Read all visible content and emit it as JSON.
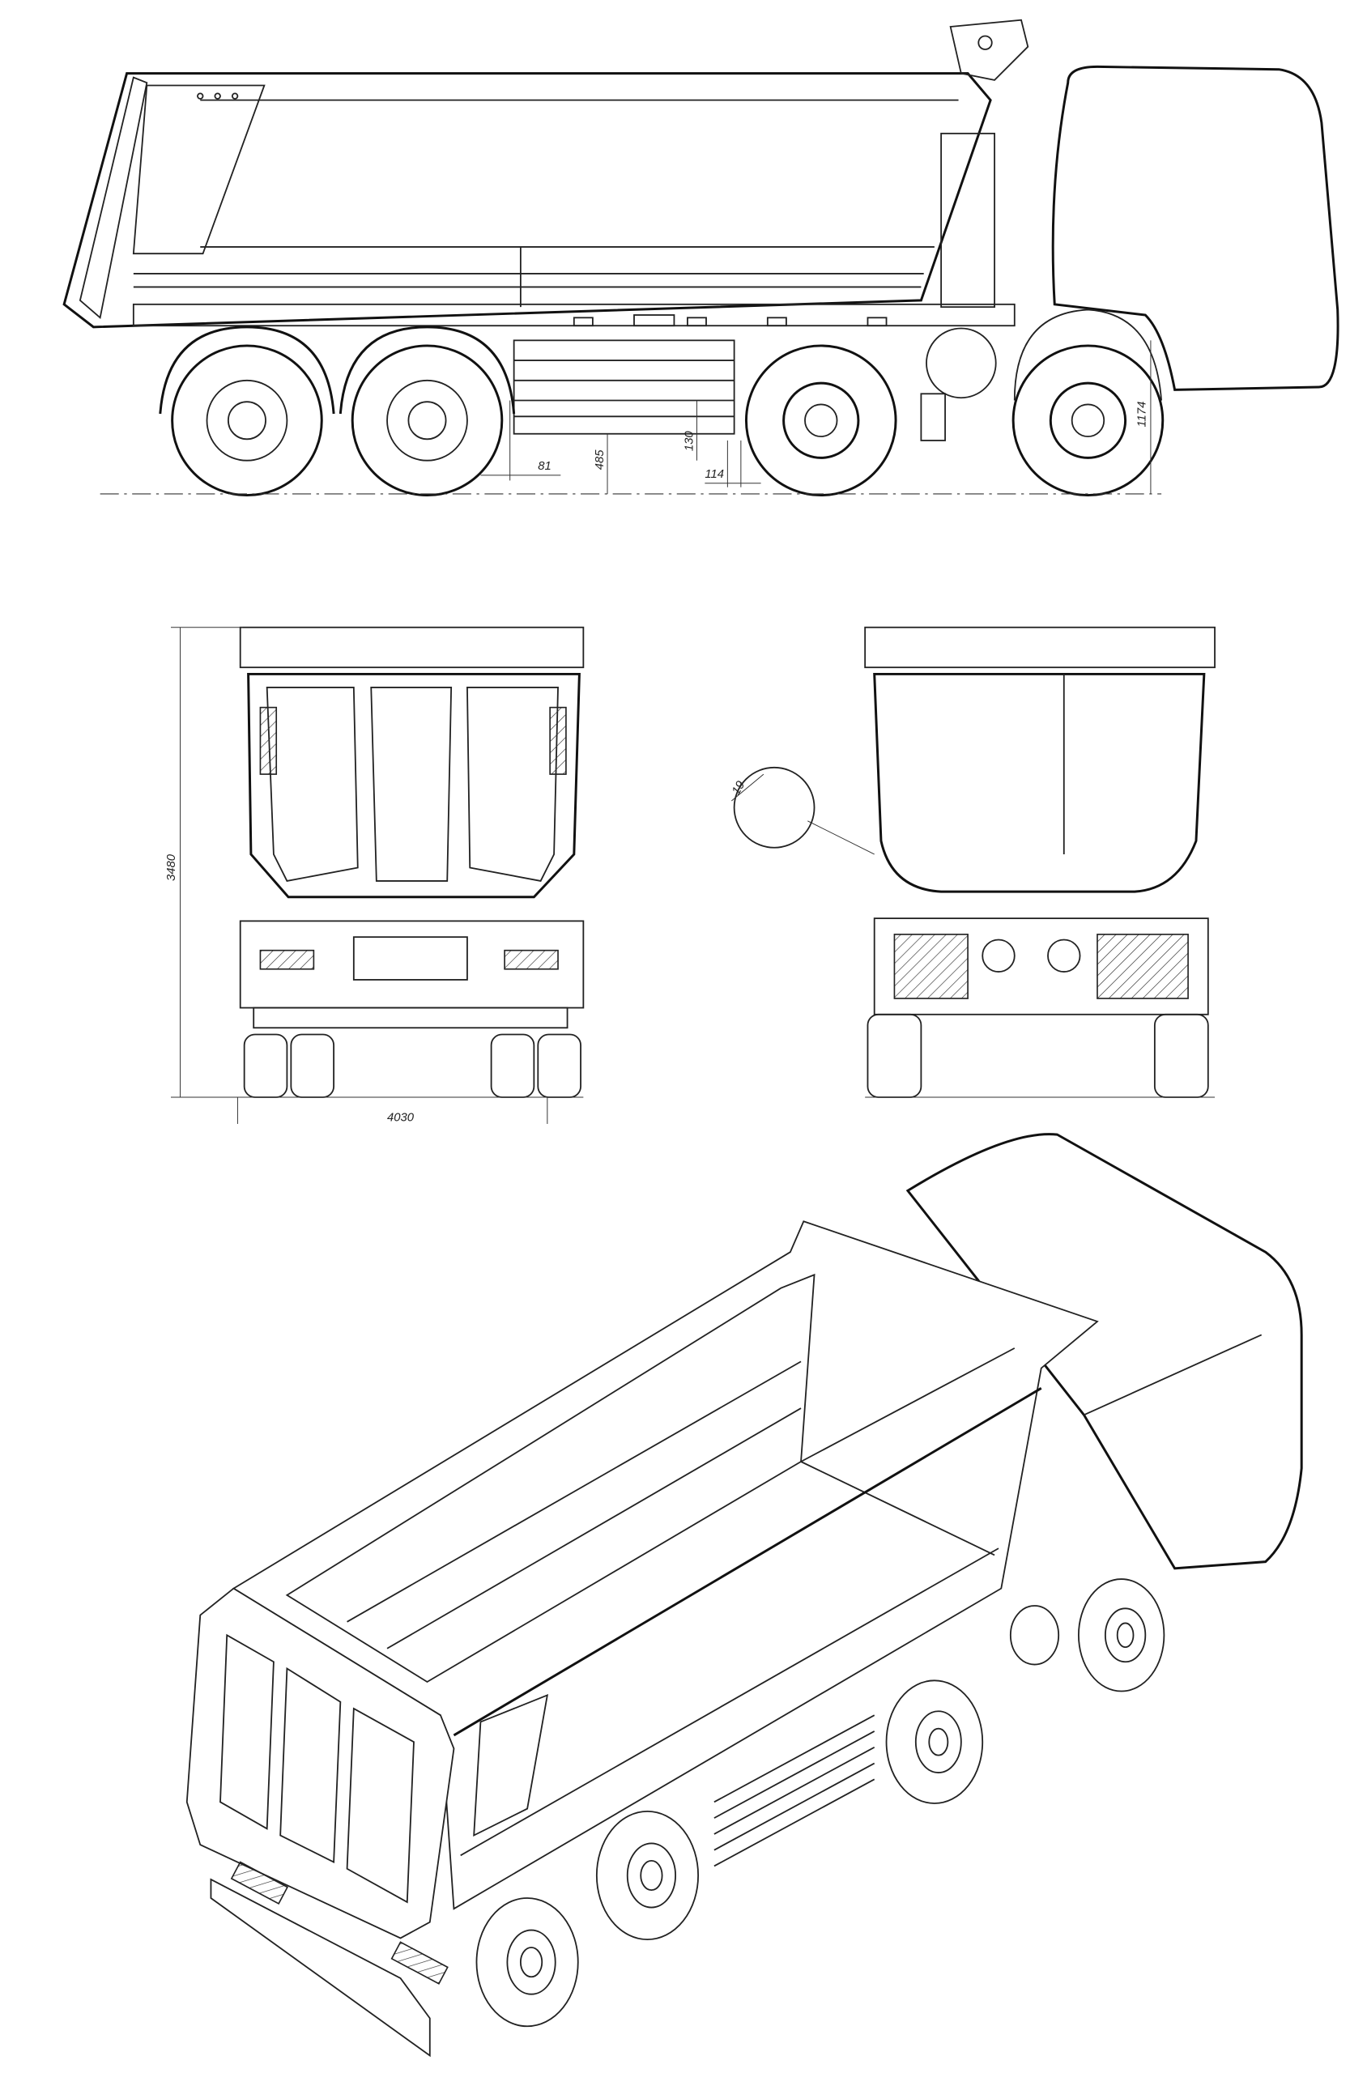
{
  "drawing": {
    "title": "Dump truck technical drawing",
    "views": [
      "side-view",
      "rear-view",
      "front-view",
      "isometric-view"
    ]
  },
  "dimensions": {
    "side_81": "81",
    "side_485": "485",
    "side_130": "130",
    "side_114": "114",
    "side_1174": "1174",
    "rear_height": "3480",
    "rear_width": "4030",
    "detail_19": "19"
  },
  "colors": {
    "line": "#222222",
    "background": "#ffffff"
  }
}
